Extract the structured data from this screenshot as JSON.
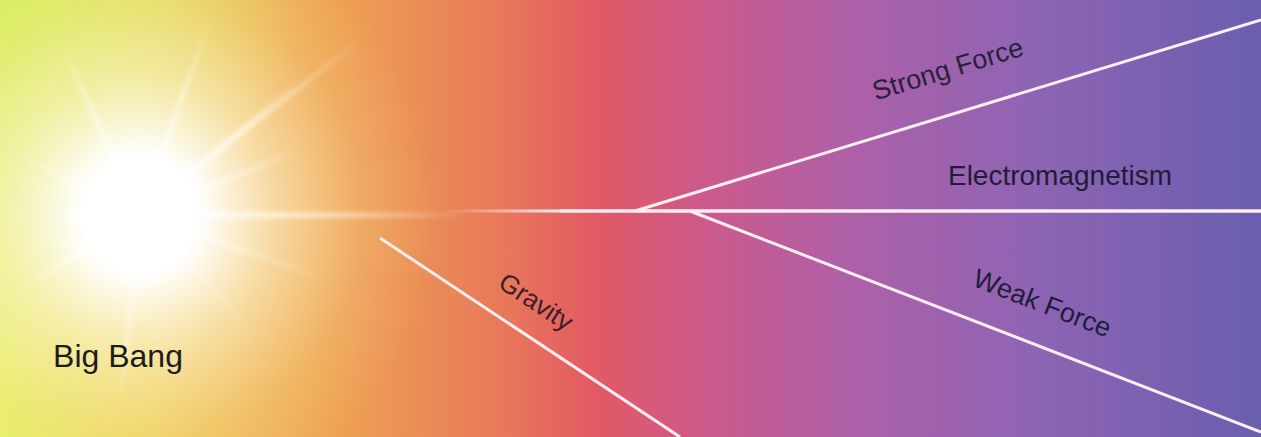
{
  "diagram": {
    "labels": [
      "Big Bang",
      "Gravity",
      "Strong Force",
      "Electromagnetism",
      "Weak Force"
    ]
  }
}
